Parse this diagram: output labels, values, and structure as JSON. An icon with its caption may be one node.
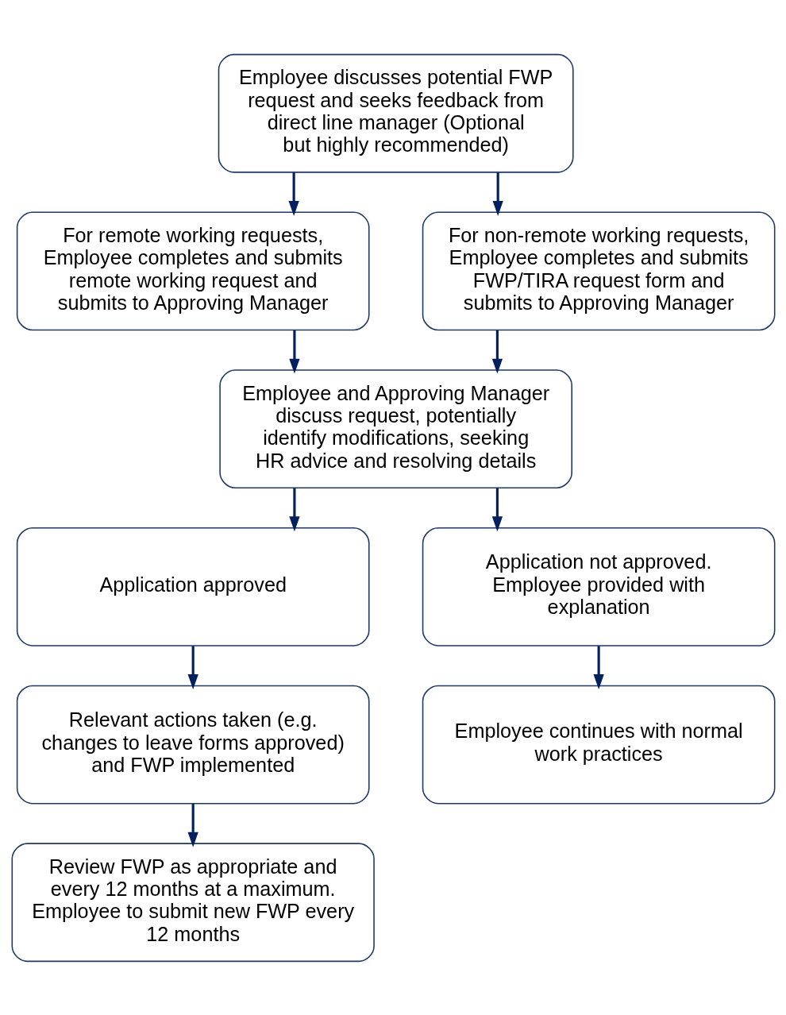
{
  "diagram": {
    "nodes": [
      {
        "text": [
          "Employee discusses potential FWP request and seeks feedback from direct line manager (Optional but highly recommended)"
        ]
      },
      {
        "text": [
          "For remote working requests, Employee completes and submits remote working request and submits to Approving Manager"
        ]
      },
      {
        "text": [
          "For non-remote working requests, Employee completes and submits FWP/TIRA request form and submits to Approving Manager"
        ]
      },
      {
        "text": [
          "Employee and Approving Manager discuss request, potentially identify modifications, seeking HR advice and resolving details"
        ]
      },
      {
        "text": [
          "Application approved"
        ]
      },
      {
        "text": [
          "Application not approved. Employee provided with explanation"
        ]
      },
      {
        "text": [
          "Relevant actions taken (e.g. changes to leave forms approved) and FWP implemented"
        ]
      },
      {
        "text": [
          "Employee continues with normal work practices"
        ]
      },
      {
        "text": [
          "Review FWP as appropriate and every 12 months at a maximum. Employee to submit new FWP every 12 months"
        ]
      }
    ],
    "edges": [
      {
        "from": 0,
        "to": 1,
        "arrow": "to"
      },
      {
        "from": 0,
        "to": 2,
        "arrow": "to"
      },
      {
        "from": 1,
        "to": 3,
        "arrow": "to"
      },
      {
        "from": 2,
        "to": 3,
        "arrow": "to"
      },
      {
        "from": 3,
        "to": 4,
        "arrow": "to"
      },
      {
        "from": 3,
        "to": 5,
        "arrow": "to"
      },
      {
        "from": 4,
        "to": 6,
        "arrow": "to"
      },
      {
        "from": 5,
        "to": 7,
        "arrow": "to"
      },
      {
        "from": 6,
        "to": 8,
        "arrow": "to"
      }
    ]
  }
}
